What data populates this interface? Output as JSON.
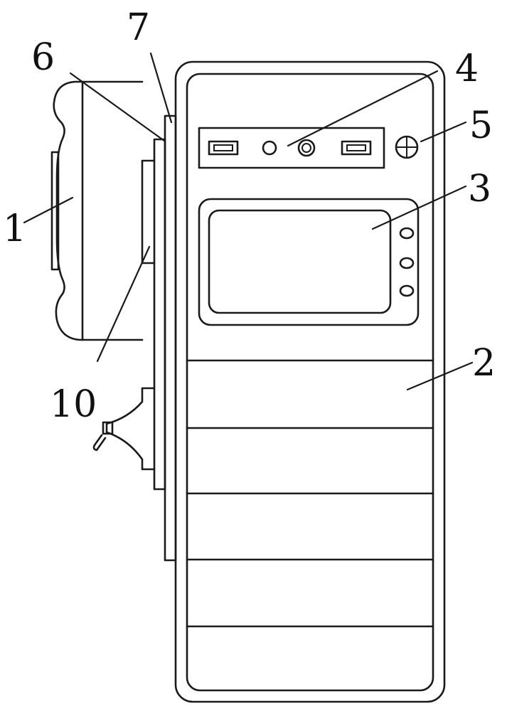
{
  "figure": {
    "stroke_color": "#1a1a1a",
    "background": "#ffffff",
    "callouts": {
      "label_1": "1",
      "label_2": "2",
      "label_3": "3",
      "label_4": "4",
      "label_5": "5",
      "label_6": "6",
      "label_7": "7",
      "label_10": "10"
    }
  }
}
